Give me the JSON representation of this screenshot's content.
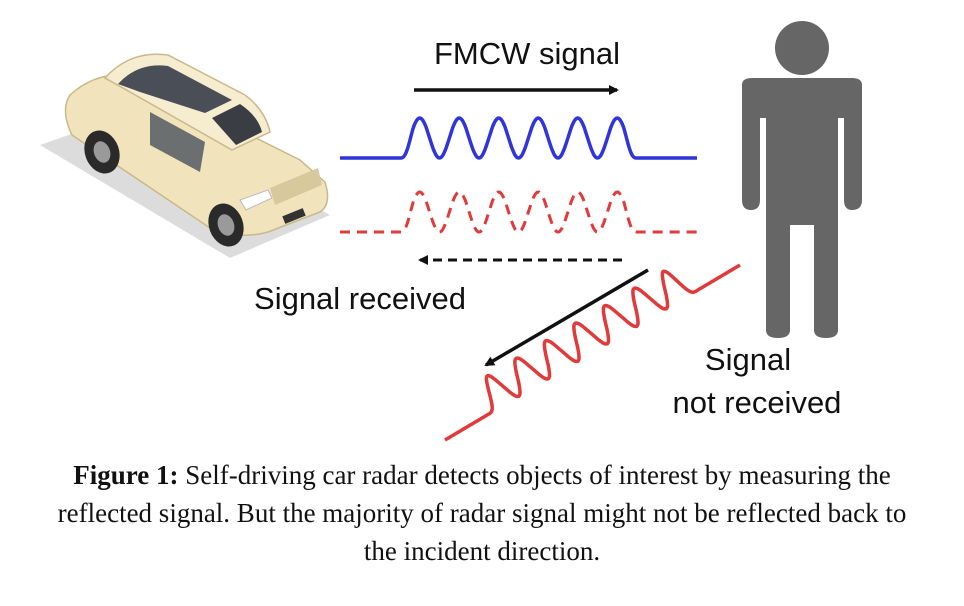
{
  "diagram": {
    "label_fmcw": "FMCW signal",
    "label_received": "Signal received",
    "label_not_received_line1": "Signal",
    "label_not_received_line2": "not received",
    "colors": {
      "transmitted_wave": "#2f35d8",
      "reflected_wave": "#e03a3a",
      "arrow": "#111111",
      "person": "#666666",
      "car_body": "#f1e4bd",
      "car_shadow": "#d9d9d9"
    },
    "icons": [
      "car-icon",
      "person-icon"
    ]
  },
  "caption": {
    "label": "Figure 1:",
    "text": " Self-driving car radar detects objects of interest by measuring the reflected signal. But the majority of radar signal might not be reflected back to the incident direction."
  }
}
